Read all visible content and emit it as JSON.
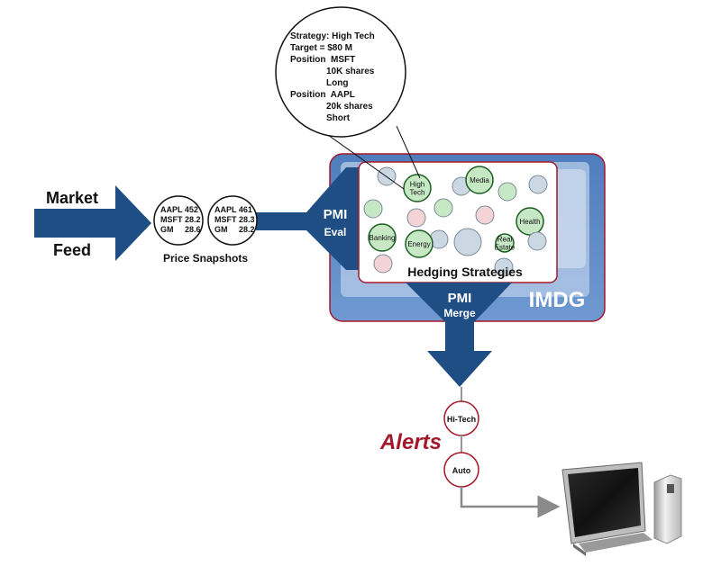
{
  "feed": {
    "label_top": "Market",
    "label_bottom": "Feed"
  },
  "snapshots": {
    "caption": "Price Snapshots",
    "items": [
      {
        "lines": [
          "AAPL 452",
          "MSFT 28.2",
          "GM     28.6"
        ]
      },
      {
        "lines": [
          "AAPL 461",
          "MSFT 28.3",
          "GM     28.2"
        ]
      }
    ]
  },
  "eval": {
    "line1": "PMI",
    "line2": "Eval"
  },
  "merge": {
    "line1": "PMI",
    "line2": "Merge"
  },
  "grid": {
    "label": "IMDG"
  },
  "hedging": {
    "title": "Hedging Strategies",
    "nodes": [
      {
        "label": "",
        "color": "#cbd7e2"
      },
      {
        "label": "High Tech",
        "color": "#c7e8c5"
      },
      {
        "label": "",
        "color": "#cbd7e2"
      },
      {
        "label": "Media",
        "color": "#c7e8c5"
      },
      {
        "label": "",
        "color": "#c7e8c5"
      },
      {
        "label": "",
        "color": "#cbd7e2"
      },
      {
        "label": "",
        "color": "#c7e8c5"
      },
      {
        "label": "",
        "color": "#f3d3d6"
      },
      {
        "label": "",
        "color": "#c7e8c5"
      },
      {
        "label": "",
        "color": "#f3d3d6"
      },
      {
        "label": "Health",
        "color": "#c7e8c5"
      },
      {
        "label": "",
        "color": "#cbd7e2"
      },
      {
        "label": "Banking",
        "color": "#c7e8c5"
      },
      {
        "label": "Energy",
        "color": "#c7e8c5"
      },
      {
        "label": "",
        "color": "#cbd7e2"
      },
      {
        "label": "Real Estate",
        "color": "#c7e8c5"
      },
      {
        "label": "",
        "color": "#cbd7e2"
      },
      {
        "label": "",
        "color": "#f3d3d6"
      },
      {
        "label": "",
        "color": "#cbd7e2"
      }
    ]
  },
  "callout": {
    "lines": [
      "Strategy: High Tech",
      "Target = $80 M",
      "Position  MSFT",
      "10K shares",
      "Long",
      "Position  AAPL",
      "20k shares",
      "Short"
    ]
  },
  "alerts": {
    "title": "Alerts",
    "items": [
      "Hi-Tech",
      "Auto"
    ],
    "title_color": "#a3182b"
  },
  "colors": {
    "arrow_blue": "#1f4e84",
    "grid_fill": "#5b86c2",
    "grid_border": "#a3182b",
    "alert_red": "#a3182b"
  }
}
